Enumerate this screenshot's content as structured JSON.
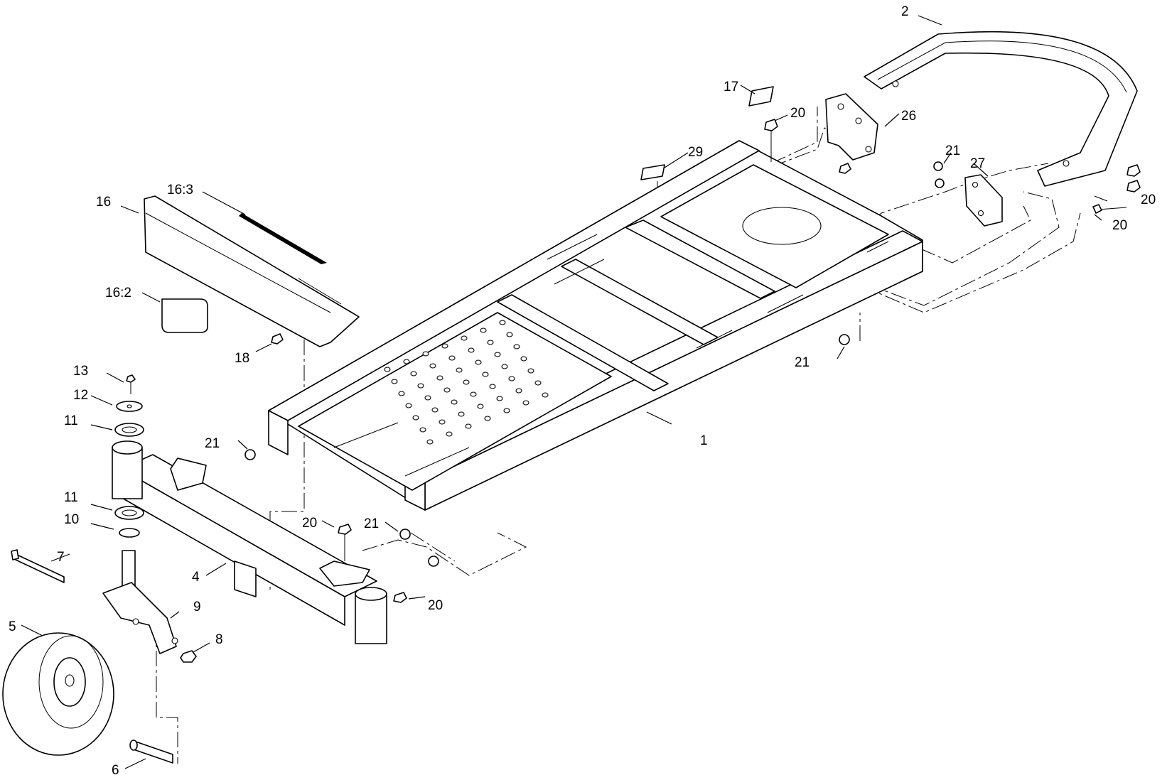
{
  "callouts": [
    {
      "id": "c1",
      "text": "1"
    },
    {
      "id": "c2",
      "text": "2"
    },
    {
      "id": "c4",
      "text": "4"
    },
    {
      "id": "c5",
      "text": "5"
    },
    {
      "id": "c6",
      "text": "6"
    },
    {
      "id": "c7",
      "text": "7"
    },
    {
      "id": "c8",
      "text": "8"
    },
    {
      "id": "c9",
      "text": "9"
    },
    {
      "id": "c10",
      "text": "10"
    },
    {
      "id": "c11a",
      "text": "11"
    },
    {
      "id": "c11b",
      "text": "11"
    },
    {
      "id": "c12",
      "text": "12"
    },
    {
      "id": "c13",
      "text": "13"
    },
    {
      "id": "c16",
      "text": "16"
    },
    {
      "id": "c16_2",
      "text": "16:2"
    },
    {
      "id": "c16_3",
      "text": "16:3"
    },
    {
      "id": "c17",
      "text": "17"
    },
    {
      "id": "c18",
      "text": "18"
    },
    {
      "id": "c20a",
      "text": "20"
    },
    {
      "id": "c20b",
      "text": "20"
    },
    {
      "id": "c20c",
      "text": "20"
    },
    {
      "id": "c20d",
      "text": "20"
    },
    {
      "id": "c20e",
      "text": "20"
    },
    {
      "id": "c21a",
      "text": "21"
    },
    {
      "id": "c21b",
      "text": "21"
    },
    {
      "id": "c21c",
      "text": "21"
    },
    {
      "id": "c21d",
      "text": "21"
    },
    {
      "id": "c26",
      "text": "26"
    },
    {
      "id": "c27",
      "text": "27"
    },
    {
      "id": "c29",
      "text": "29"
    }
  ]
}
